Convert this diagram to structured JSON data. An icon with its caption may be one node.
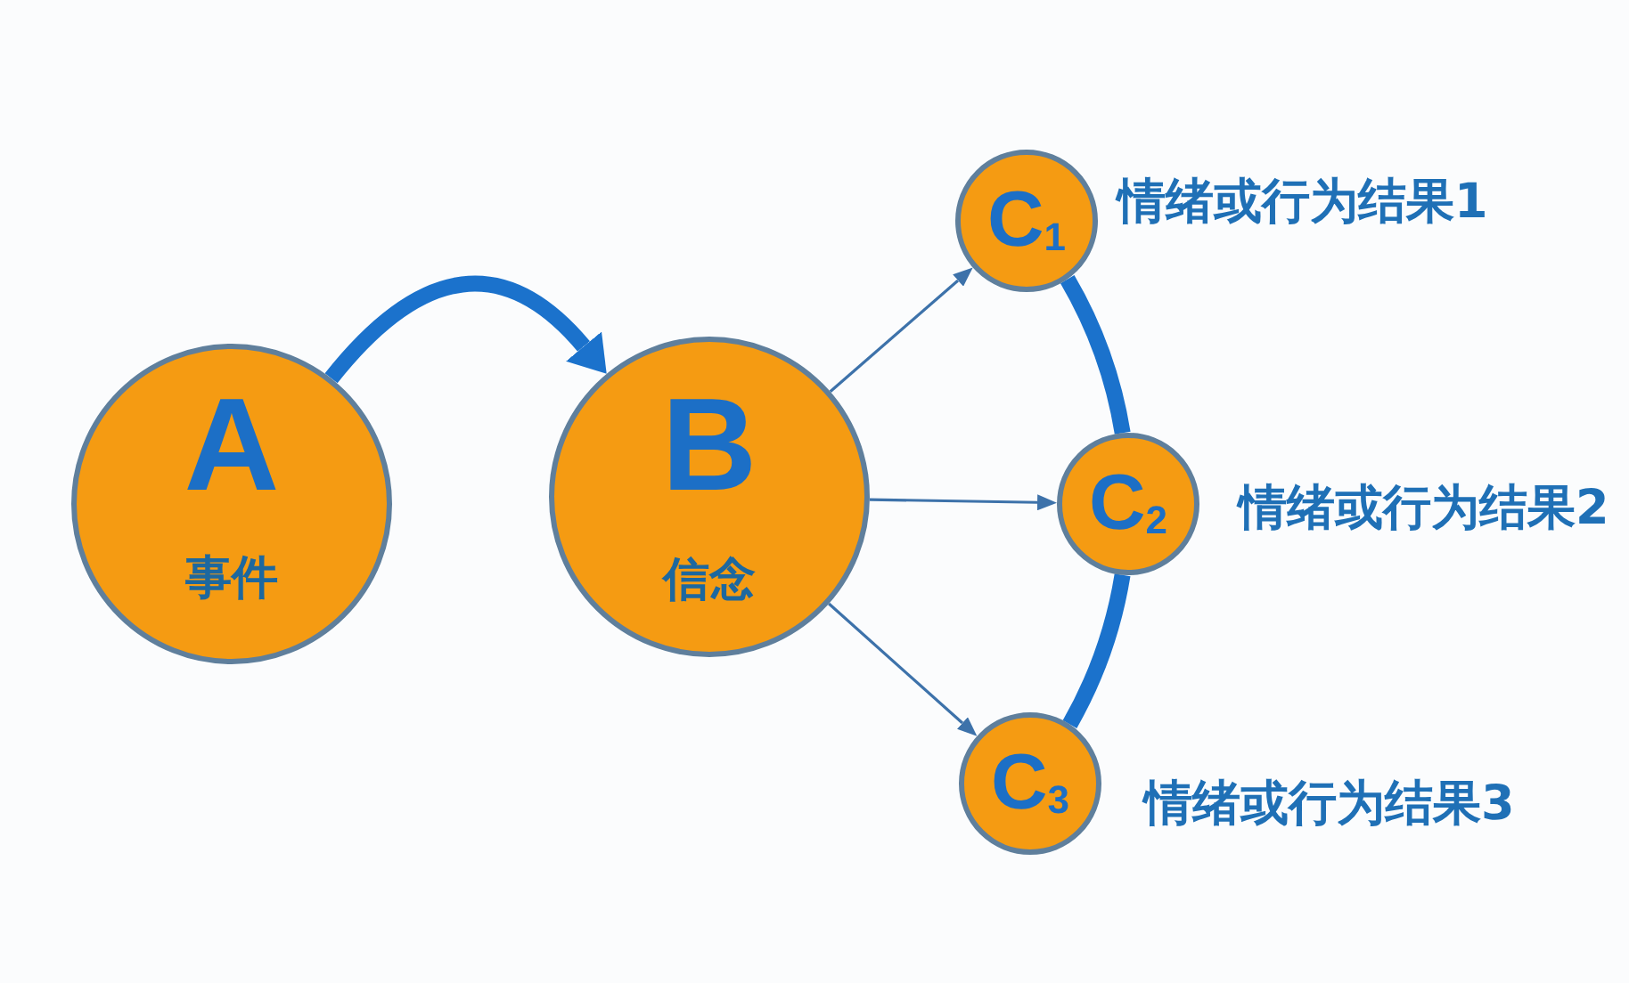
{
  "diagram": {
    "nodes": [
      {
        "text": [
          "A",
          "事件"
        ]
      },
      {
        "text": [
          "B",
          "信念"
        ]
      },
      {
        "text": [
          "C$_{1}$"
        ],
        "beside": [
          "情绪或行为结果1"
        ]
      },
      {
        "text": [
          "C$_{2}$"
        ],
        "beside": [
          "情绪或行为结果2"
        ]
      },
      {
        "text": [
          "C$_{3}$"
        ],
        "beside": [
          "情绪或行为结果3"
        ]
      }
    ],
    "edges": [
      {
        "from": 0,
        "to": 1,
        "arrow": "to",
        "style": "thick"
      },
      {
        "from": 1,
        "to": 2,
        "arrow": "to"
      },
      {
        "from": 1,
        "to": 3,
        "arrow": "to"
      },
      {
        "from": 1,
        "to": 4,
        "arrow": "to"
      },
      {
        "from": 2,
        "to": 3,
        "arrow": "none",
        "style": "thick"
      },
      {
        "from": 3,
        "to": 4,
        "arrow": "none",
        "style": "thick"
      }
    ]
  }
}
